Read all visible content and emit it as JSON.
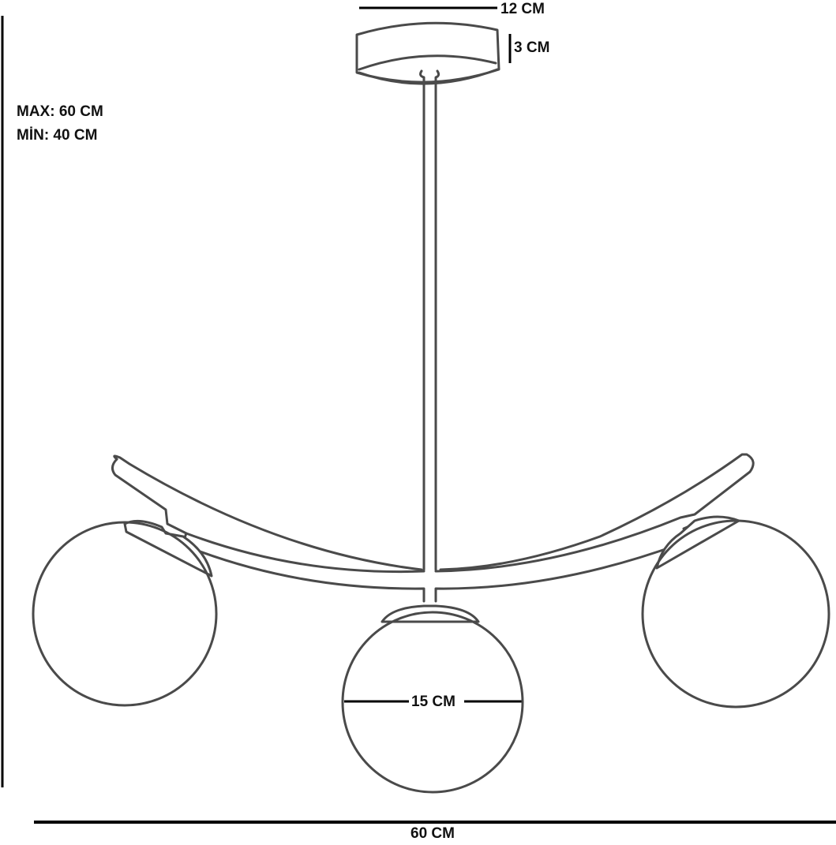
{
  "diagram": {
    "subject": "three-globe ceiling pendant lamp",
    "colors": {
      "background": "#ffffff",
      "outline": "#4a4a4a",
      "dimension_line": "#000000",
      "text": "#111111"
    },
    "dimensions": {
      "canopy_width": "12 CM",
      "canopy_height": "3 CM",
      "height_max": "MAX: 60 CM",
      "height_min": "MİN: 40 CM",
      "globe_diameter": "15 CM",
      "total_width": "60 CM"
    },
    "components": [
      "ceiling-canopy",
      "vertical-rod",
      "curved-arm",
      "left-globe",
      "center-globe",
      "right-globe"
    ]
  }
}
